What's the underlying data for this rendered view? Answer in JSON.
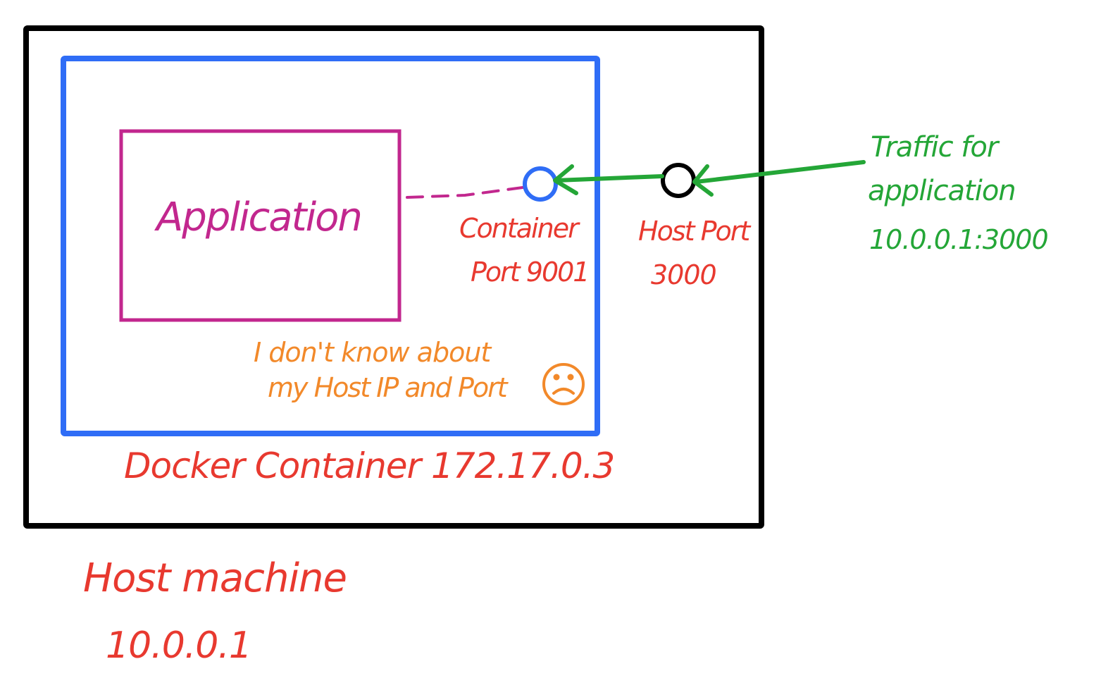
{
  "colors": {
    "host": "#000000",
    "container": "#2f6df6",
    "application": "#c2278e",
    "labels_red": "#e8392f",
    "note_orange": "#f2892a",
    "traffic_green": "#24a637"
  },
  "application": {
    "label": "Application"
  },
  "container_port": {
    "line1": "Container",
    "line2": "Port 9001"
  },
  "host_port": {
    "line1": "Host Port",
    "line2": "3000"
  },
  "traffic": {
    "line1": "Traffic for",
    "line2": "application",
    "line3": "10.0.0.1:3000"
  },
  "note": {
    "line1": "I don't know about",
    "line2": "my Host IP and Port",
    "icon": "sad-face-icon"
  },
  "container": {
    "label": "Docker Container 172.17.0.3"
  },
  "host": {
    "line1": "Host machine",
    "line2": "10.0.0.1"
  }
}
